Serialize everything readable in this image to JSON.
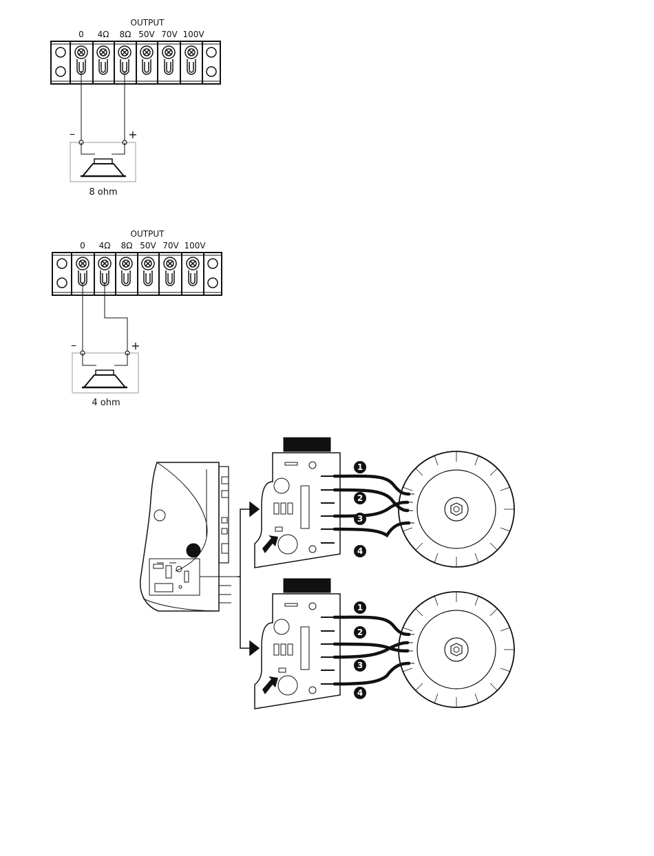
{
  "diagrams": [
    {
      "id": "8ohm",
      "title": "OUTPUT",
      "terminals": [
        "0",
        "4Ω",
        "8Ω",
        "50V",
        "70V",
        "100V"
      ],
      "polarity": {
        "minus": "–",
        "plus": "+"
      },
      "load_label": "8 ohm",
      "connections": {
        "minus": "0",
        "plus": "8Ω"
      }
    },
    {
      "id": "4ohm",
      "title": "OUTPUT",
      "terminals": [
        "0",
        "4Ω",
        "8Ω",
        "50V",
        "70V",
        "100V"
      ],
      "polarity": {
        "minus": "–",
        "plus": "+"
      },
      "load_label": "4 ohm",
      "connections": {
        "minus": "0",
        "plus": "4Ω"
      }
    }
  ],
  "transformer_wiring": {
    "wire_numbers": [
      "1",
      "2",
      "3",
      "4"
    ],
    "upper_panel": {
      "order_at_transformer": [
        "1",
        "3",
        "2",
        "4"
      ]
    },
    "lower_panel": {
      "order_at_transformer": [
        "1",
        "3",
        "2",
        "4"
      ]
    }
  },
  "colors": {
    "line": "#111111",
    "fill_dark": "#111111",
    "bg": "#ffffff"
  }
}
